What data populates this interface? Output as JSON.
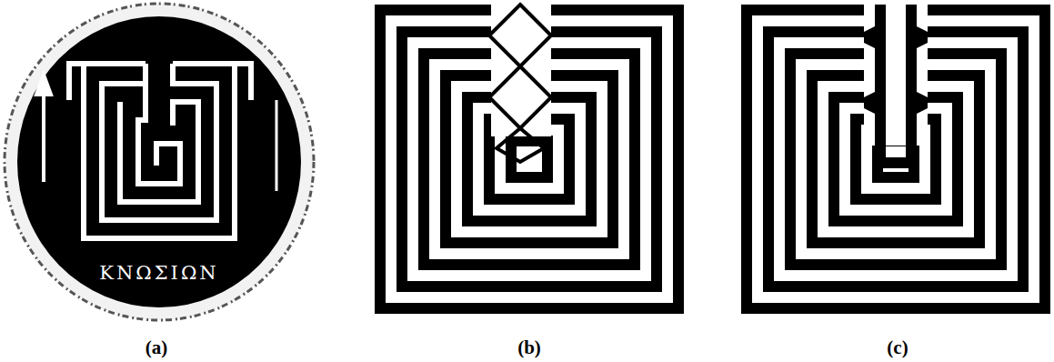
{
  "diagram": {
    "labels": [
      "ΚΝΩΣΙΩΝ",
      "(a)",
      "(b)",
      "(c)"
    ]
  }
}
